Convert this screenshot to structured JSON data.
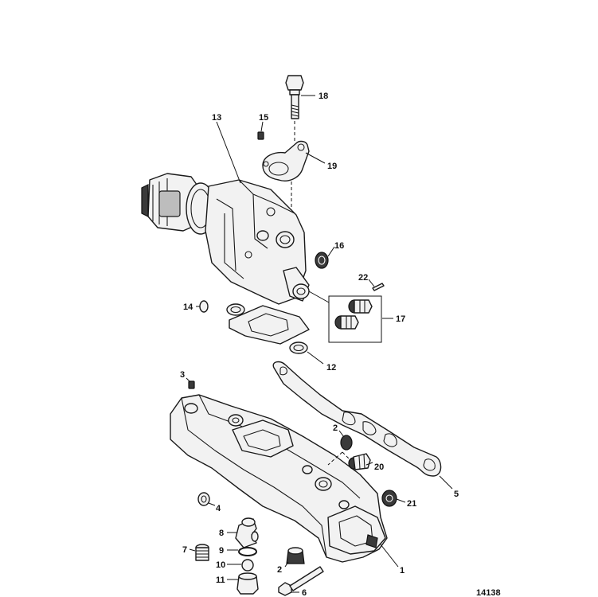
{
  "callouts": {
    "c1": "1",
    "c2a": "2",
    "c2b": "2",
    "c3": "3",
    "c4": "4",
    "c5": "5",
    "c6": "6",
    "c7": "7",
    "c8": "8",
    "c9": "9",
    "c10": "10",
    "c11": "11",
    "c12": "12",
    "c13": "13",
    "c14": "14",
    "c15": "15",
    "c16": "16",
    "c17": "17",
    "c18": "18",
    "c19": "19",
    "c20": "20",
    "c21": "21",
    "c22": "22"
  },
  "figure_number": "14138",
  "colors": {
    "line": "#1a1a1a",
    "fill": "#f2f2f2",
    "dark": "#3a3a3a",
    "background": "#ffffff"
  }
}
